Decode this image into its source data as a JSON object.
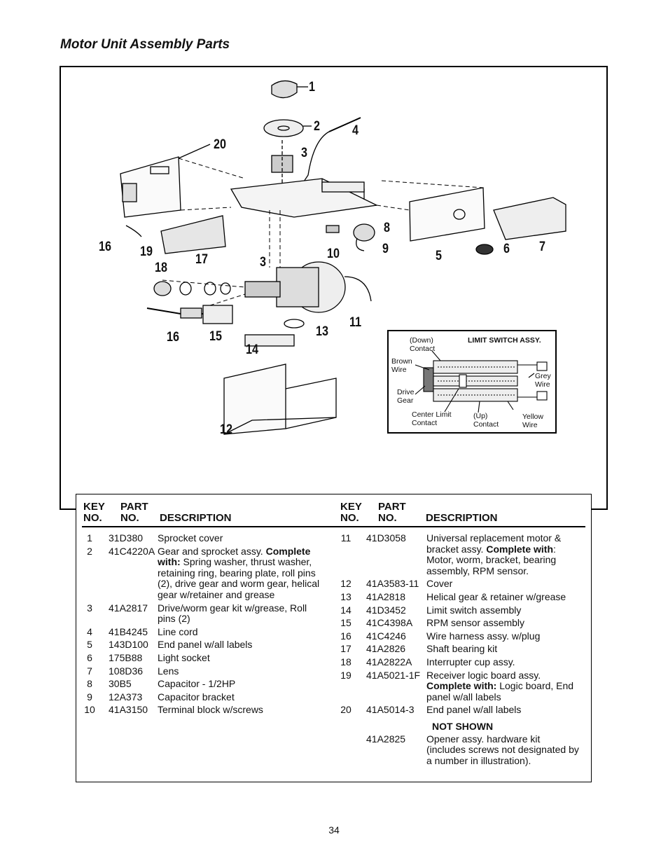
{
  "page": {
    "title": "Motor Unit Assembly Parts",
    "page_number": "34"
  },
  "diagram": {
    "callouts": [
      "1",
      "2",
      "3",
      "4",
      "5",
      "6",
      "7",
      "8",
      "9",
      "10",
      "11",
      "12",
      "13",
      "14",
      "15",
      "16",
      "17",
      "18",
      "19",
      "20",
      "3",
      "16"
    ],
    "limit_switch": {
      "title": "LIMIT SWITCH ASSY.",
      "labels": {
        "down_contact_1": "(Down)",
        "down_contact_2": "Contact",
        "brown_wire_1": "Brown",
        "brown_wire_2": "Wire",
        "grey_wire_1": "Grey",
        "grey_wire_2": "Wire",
        "drive_gear_1": "Drive",
        "drive_gear_2": "Gear",
        "center_limit_1": "Center Limit",
        "center_limit_2": "Contact",
        "up_contact_1": "(Up)",
        "up_contact_2": "Contact",
        "yellow_wire_1": "Yellow",
        "yellow_wire_2": "Wire"
      }
    }
  },
  "table": {
    "headers": {
      "key_1": "KEY",
      "key_2": "NO.",
      "part_1": "PART",
      "part_2": "NO.",
      "description": "DESCRIPTION"
    },
    "left": [
      {
        "key": "1",
        "part": "31D380",
        "desc": "Sprocket cover"
      },
      {
        "key": "2",
        "part": "41C4220A",
        "desc_pre": "Gear and sprocket assy. ",
        "desc_bold": "Complete with:",
        "desc_post": " Spring washer, thrust washer, retaining ring, bearing plate, roll pins (2), drive gear and worm gear, helical gear w/retainer and grease"
      },
      {
        "key": "3",
        "part": "41A2817",
        "desc": "Drive/worm gear kit w/grease, Roll pins (2)"
      },
      {
        "key": "4",
        "part": "41B4245",
        "desc": "Line cord"
      },
      {
        "key": "5",
        "part": "143D100",
        "desc": "End panel w/all labels"
      },
      {
        "key": "6",
        "part": "175B88",
        "desc": "Light socket"
      },
      {
        "key": "7",
        "part": "108D36",
        "desc": "Lens"
      },
      {
        "key": "8",
        "part": "30B5",
        "desc": "Capacitor - 1/2HP"
      },
      {
        "key": "9",
        "part": "12A373",
        "desc": "Capacitor bracket"
      },
      {
        "key": "10",
        "part": "41A3150",
        "desc": "Terminal block w/screws"
      }
    ],
    "right": [
      {
        "key": "11",
        "part": "41D3058",
        "desc_pre": "Universal replacement motor & bracket assy.  ",
        "desc_bold": "Complete with",
        "desc_post": ": Motor, worm, bracket, bearing assembly, RPM sensor."
      },
      {
        "key": "12",
        "part": "41A3583-11",
        "desc": "Cover"
      },
      {
        "key": "13",
        "part": "41A2818",
        "desc": "Helical gear & retainer w/grease"
      },
      {
        "key": "14",
        "part": "41D3452",
        "desc": "Limit switch assembly"
      },
      {
        "key": "15",
        "part": "41C4398A",
        "desc": "RPM sensor assembly"
      },
      {
        "key": "16",
        "part": "41C4246",
        "desc": "Wire harness assy. w/plug"
      },
      {
        "key": "17",
        "part": "41A2826",
        "desc": "Shaft bearing kit"
      },
      {
        "key": "18",
        "part": "41A2822A",
        "desc": "Interrupter cup assy."
      },
      {
        "key": "19",
        "part": "41A5021-1F",
        "desc_pre": "Receiver logic board assy. ",
        "desc_bold": "Complete with:",
        "desc_post": "  Logic board, End panel w/all labels"
      },
      {
        "key": "20",
        "part": "41A5014-3",
        "desc": "End panel w/all labels"
      }
    ],
    "not_shown": {
      "heading": "NOT SHOWN",
      "part": "41A2825",
      "desc": "Opener assy. hardware kit (includes screws not designated by a number in illustration)."
    }
  }
}
